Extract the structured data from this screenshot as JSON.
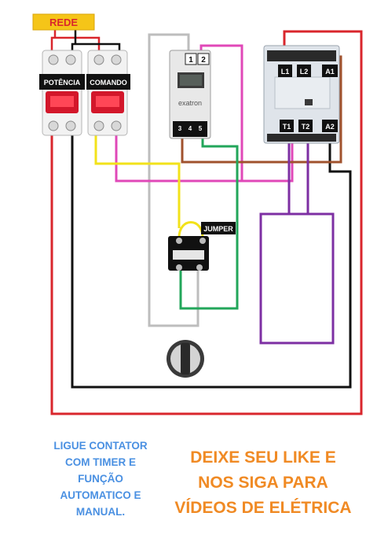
{
  "labels": {
    "rede": "REDE",
    "potencia": "POTÊNCIA",
    "comando": "COMANDO",
    "jumper": "JUMPER",
    "timer_brand": "exatron",
    "timer_t1": "1",
    "timer_t2": "2",
    "timer_tc3": "3",
    "timer_tc4": "4",
    "timer_tc5": "5",
    "contactor_l1": "L1",
    "contactor_l2": "L2",
    "contactor_a1": "A1",
    "contactor_t1": "T1",
    "contactor_t2": "T2",
    "contactor_a2": "A2"
  },
  "captions": {
    "left": "LIGUE CONTATOR\nCOM TIMER E\nFUNÇÃO\nAUTOMATICO E\nMANUAL.",
    "right": "DEIXE SEU LIKE E\nNOS SIGA PARA\nVÍDEOS DE ELÉTRICA"
  },
  "colors": {
    "red": "#d9262c",
    "black": "#111111",
    "yellow": "#f2e21a",
    "pink": "#e048b8",
    "gray": "#bdbdbd",
    "green": "#22a65a",
    "brown": "#a0522d",
    "purple": "#7d2fa3",
    "orange": "#f0a020",
    "blue": "#4a90e2"
  }
}
